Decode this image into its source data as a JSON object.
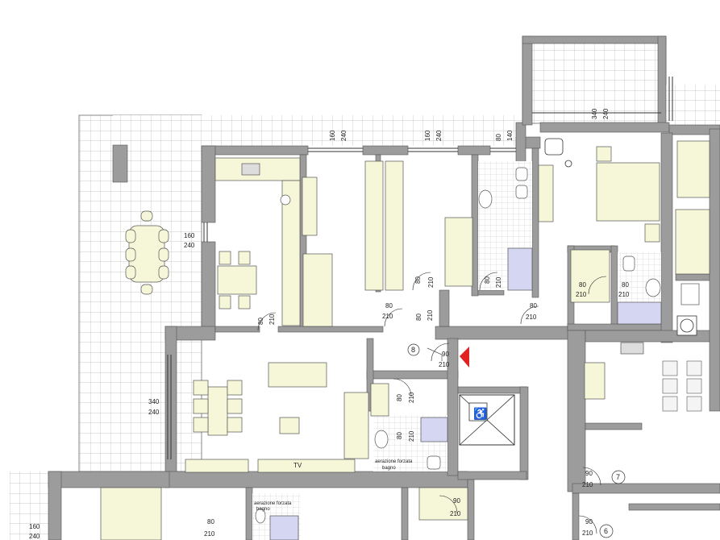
{
  "dimensions": {
    "terrace_window": {
      "w": "160",
      "h": "240"
    },
    "living_window": {
      "w": "340",
      "h": "240"
    },
    "bedroom2_window": {
      "w": "160",
      "h": "240"
    },
    "bedroom3_window": {
      "w": "160",
      "h": "240"
    },
    "bath_window": {
      "w": "80",
      "h": "140"
    },
    "master_window": {
      "w": "340",
      "h": "240"
    },
    "bottom_left_window": {
      "w": "160",
      "h": "240"
    }
  },
  "doors": [
    {
      "id": "kitchen",
      "w": "80",
      "h": "210"
    },
    {
      "id": "bedroom2",
      "w": "80",
      "h": "210"
    },
    {
      "id": "corridor",
      "w": "80",
      "h": "210"
    },
    {
      "id": "bedroom3",
      "w": "80",
      "h": "210"
    },
    {
      "id": "bath1",
      "w": "80",
      "h": "210"
    },
    {
      "id": "bath1b",
      "w": "80",
      "h": "210"
    },
    {
      "id": "master",
      "w": "80",
      "h": "210"
    },
    {
      "id": "ensuite",
      "w": "80",
      "h": "210"
    },
    {
      "id": "entry",
      "w": "90",
      "h": "210"
    },
    {
      "id": "wc",
      "w": "80",
      "h": "210"
    },
    {
      "id": "wc2",
      "w": "80",
      "h": "210"
    },
    {
      "id": "apt7",
      "w": "90",
      "h": "210"
    },
    {
      "id": "stair_bottom",
      "w": "90",
      "h": "210"
    },
    {
      "id": "apt6",
      "w": "90",
      "h": "210"
    },
    {
      "id": "bottom_bed",
      "w": "80",
      "h": "210"
    }
  ],
  "labels": {
    "apartment_8": "8",
    "apartment_7": "7",
    "apartment_6": "6",
    "tv": "TV",
    "aerazione1_l1": "aerazione forzata",
    "aerazione1_l2": "bagno",
    "aerazione2_l1": "aerazione forzata",
    "aerazione2_l2": "bagno"
  },
  "colors": {
    "wall": "#9c9c9c",
    "wall_edge": "#555555",
    "furniture": "#f6f7d8",
    "fixture": "#d4d6f2",
    "tile": "#b8b8b8",
    "entry_marker": "#e02222"
  }
}
